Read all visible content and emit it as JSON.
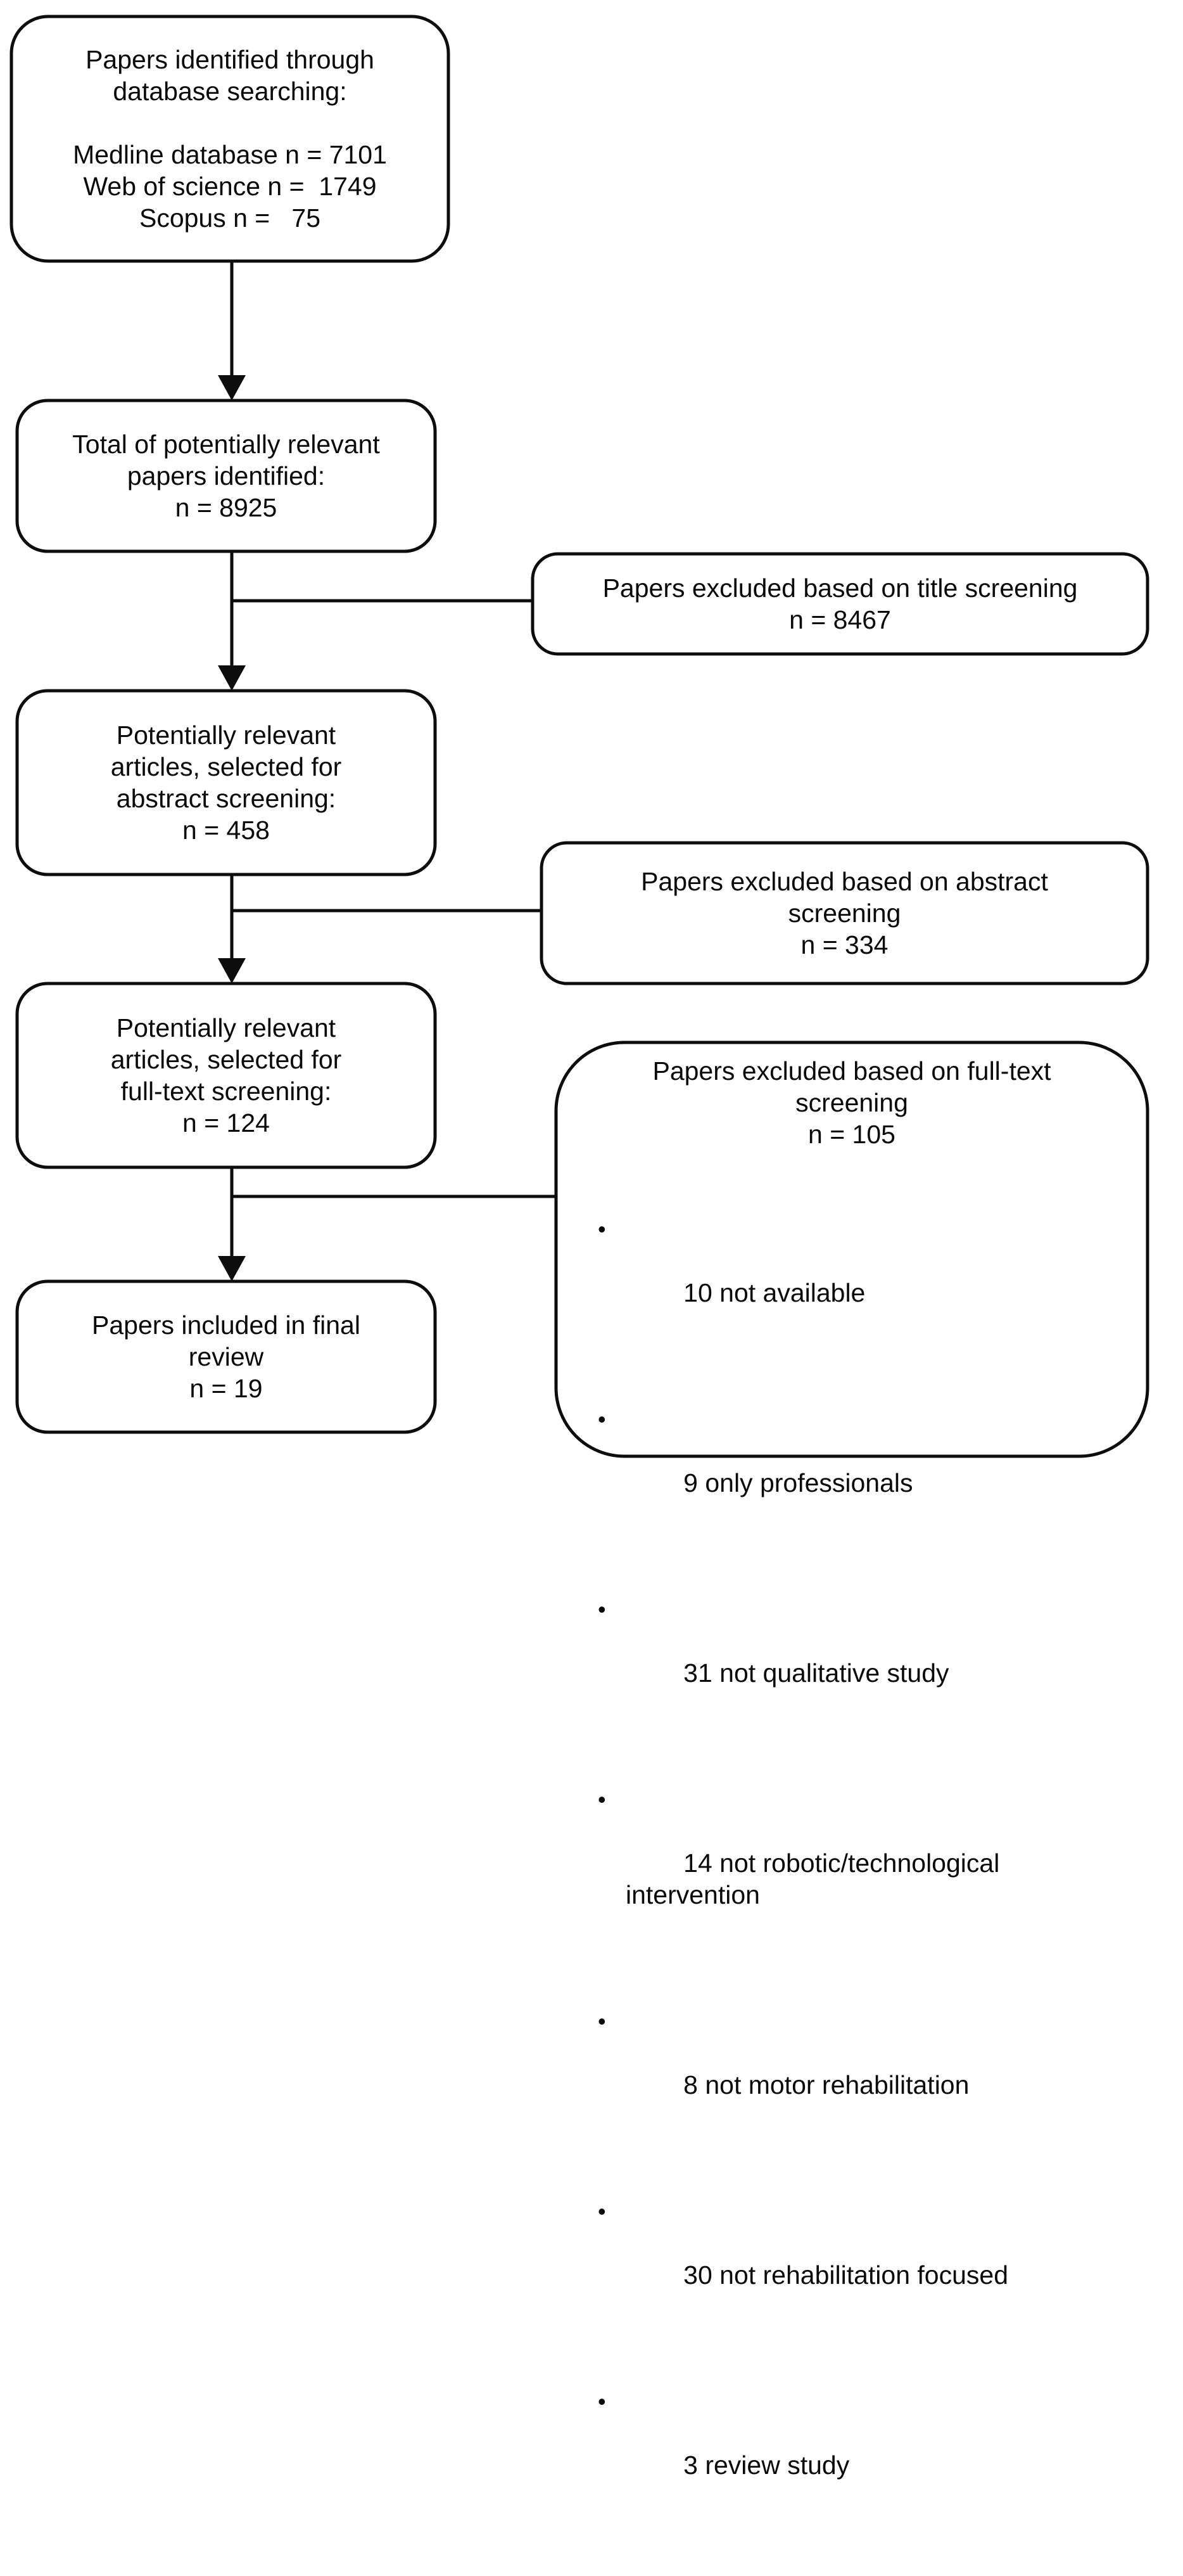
{
  "diagram": {
    "type": "prisma-flow-diagram",
    "accent_color": "#0d0d0d",
    "background_color": "#ffffff",
    "nodes": [
      {
        "id": "identified",
        "lines": [
          "Papers identified through",
          "database searching:",
          "",
          "Medline database n = 7101",
          "Web of science n =  1749",
          "Scopus n =   75"
        ]
      },
      {
        "id": "total-relevant",
        "lines": [
          "Total of potentially relevant",
          "papers identified:",
          "n = 8925"
        ]
      },
      {
        "id": "excluded-title",
        "lines": [
          "Papers excluded based on title screening",
          "n = 8467"
        ]
      },
      {
        "id": "abstract-screening",
        "lines": [
          "Potentially relevant",
          "articles, selected for",
          "abstract screening:",
          "n = 458"
        ]
      },
      {
        "id": "excluded-abstract",
        "lines": [
          "Papers excluded based on abstract",
          "screening",
          "n = 334"
        ]
      },
      {
        "id": "fulltext-screening",
        "lines": [
          "Potentially relevant",
          "articles, selected for",
          "full-text screening:",
          "n = 124"
        ]
      },
      {
        "id": "excluded-fulltext",
        "header_lines": [
          "Papers excluded based on full-text",
          "screening",
          "n = 105"
        ],
        "bullets": [
          "10 not available",
          "9 only professionals",
          "31 not qualitative study",
          "14 not robotic/technological intervention",
          "8 not motor rehabilitation",
          "30 not rehabilitation focused",
          "3 review study"
        ],
        "bullet_glyph": "•"
      },
      {
        "id": "included-final",
        "lines": [
          "Papers included in final",
          "review",
          "n = 19"
        ]
      }
    ]
  }
}
